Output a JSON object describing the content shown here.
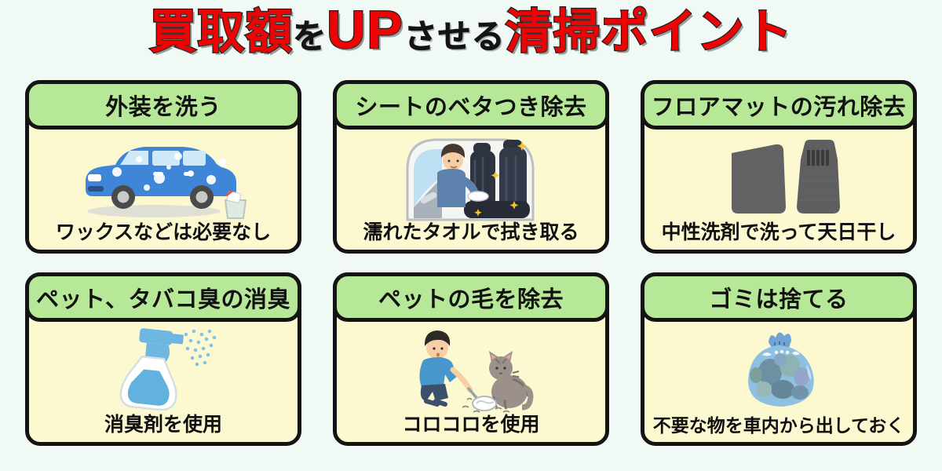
{
  "page": {
    "background_hex": "#f1f9f4",
    "title_red_hex": "#ee0404",
    "title_black_hex": "#141414",
    "card_header_bg_hex": "#b6e897",
    "card_body_bg_hex": "#fcf9d1",
    "card_border_hex": "#141414"
  },
  "title": {
    "full_text": "買取額をUPさせる清掃ポイント",
    "segments": [
      {
        "text": "買取額",
        "color": "red"
      },
      {
        "text": "を",
        "color": "black"
      },
      {
        "text": "UP",
        "color": "red"
      },
      {
        "text": "させる",
        "color": "black"
      },
      {
        "text": "清掃ポイント",
        "color": "red"
      }
    ]
  },
  "cards": [
    {
      "header": "外装を洗う",
      "caption": "ワックスなどは必要なし",
      "icon": "car-washing-illustration"
    },
    {
      "header": "シートのベタつき除去",
      "caption": "濡れたタオルで拭き取る",
      "icon": "seat-wiping-illustration"
    },
    {
      "header": "フロアマットの汚れ除去",
      "caption": "中性洗剤で洗って天日干し",
      "icon": "floor-mats-illustration"
    },
    {
      "header": "ペット、タバコ臭の消臭",
      "caption": "消臭剤を使用",
      "icon": "spray-bottle-illustration"
    },
    {
      "header": "ペットの毛を除去",
      "caption": "コロコロを使用",
      "icon": "lint-roller-cat-illustration"
    },
    {
      "header": "ゴミは捨てる",
      "caption": "不要な物を車内から出しておく",
      "icon": "trash-bag-illustration"
    }
  ]
}
